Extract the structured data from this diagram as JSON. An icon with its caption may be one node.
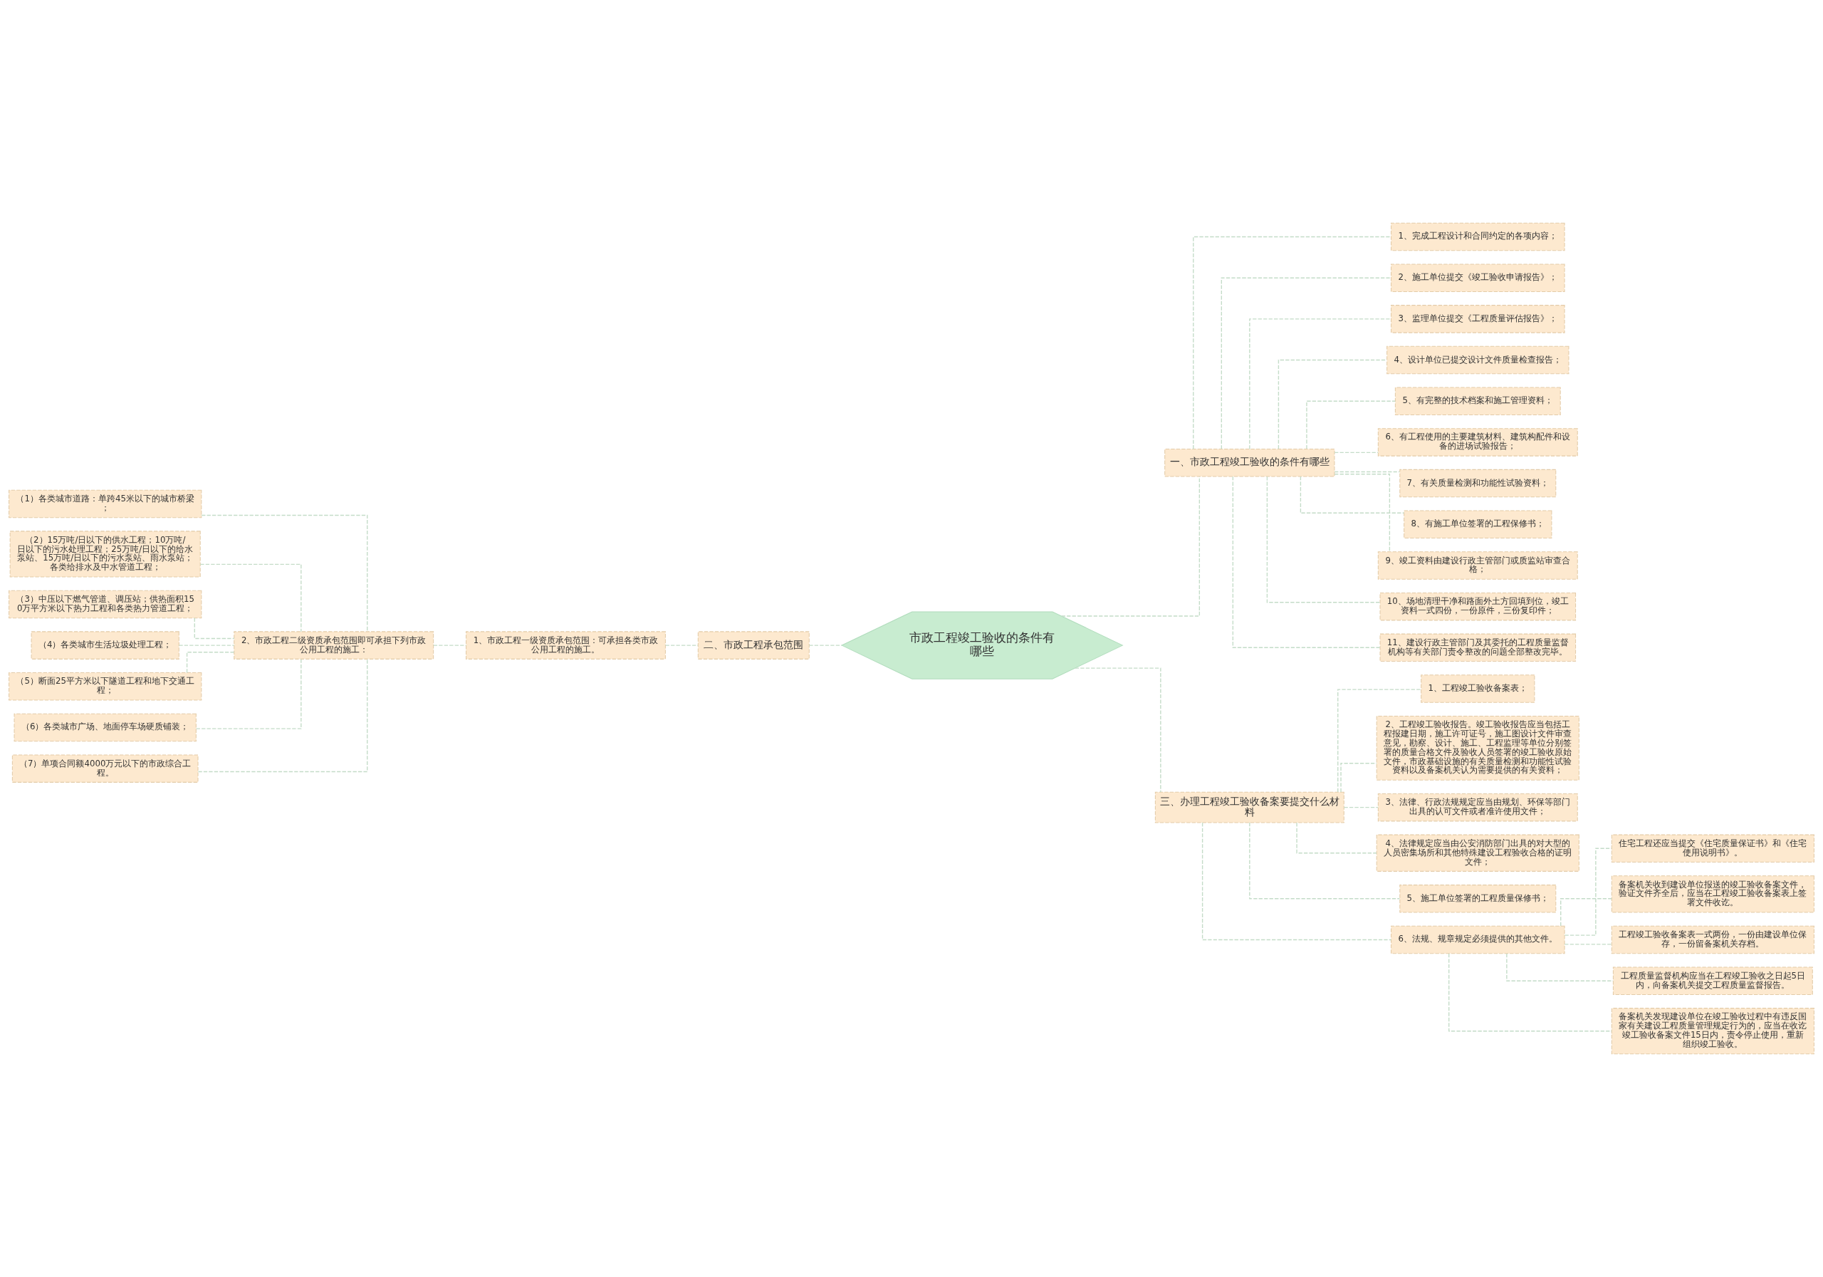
{
  "diagram": {
    "nodes": [
      {
        "text": [
          "市政工程竣工验收的条件有哪些"
        ]
      },
      {
        "text": [
          "一、市政工程竣工验收的条件有哪些"
        ]
      },
      {
        "text": [
          "1、完成工程设计和合同约定的各项内容；"
        ]
      },
      {
        "text": [
          "2、施工单位提交《竣工验收申请报告》；"
        ]
      },
      {
        "text": [
          "3、监理单位提交《工程质量评估报告》；"
        ]
      },
      {
        "text": [
          "4、设计单位已提交设计文件质量检查报告；"
        ]
      },
      {
        "text": [
          "5、有完整的技术档案和施工管理资料；"
        ]
      },
      {
        "text": [
          "6、有工程使用的主要建筑材料、建筑构配件和设备的进场试验报告；"
        ]
      },
      {
        "text": [
          "7、有关质量检测和功能性试验资料；"
        ]
      },
      {
        "text": [
          "8、有施工单位签署的工程保修书；"
        ]
      },
      {
        "text": [
          "9、竣工资料由建设行政主管部门或质监站审查合格；"
        ]
      },
      {
        "text": [
          "10、场地清理干净和路面外土方回填到位，竣工资料一式四份，一份原件，三份复印件；"
        ]
      },
      {
        "text": [
          "11、建设行政主管部门及其委托的工程质量监督机构等有关部门责令整改的问题全部整改完毕。"
        ]
      },
      {
        "text": [
          "二、市政工程承包范围"
        ]
      },
      {
        "text": [
          "1、市政工程一级资质承包范围：可承担各类市政公用工程的施工。"
        ]
      },
      {
        "text": [
          "2、市政工程二级资质承包范围即可承担下列市政公用工程的施工："
        ]
      },
      {
        "text": [
          "（1）各类城市道路：单跨45米以下的城市桥梁；"
        ]
      },
      {
        "text": [
          "（2）15万吨/日以下的供水工程；10万吨/日以下的污水处理工程；25万吨/日以下的给水泵站、15万吨/日以下的污水泵站、雨水泵站；各类给排水及中水管道工程；"
        ]
      },
      {
        "text": [
          "（3）中压以下燃气管道、调压站；供热面积150万平方米以下热力工程和各类热力管道工程；"
        ]
      },
      {
        "text": [
          "（4）各类城市生活垃圾处理工程；"
        ]
      },
      {
        "text": [
          "（5）断面25平方米以下隧道工程和地下交通工程；"
        ]
      },
      {
        "text": [
          "（6）各类城市广场、地面停车场硬质铺装；"
        ]
      },
      {
        "text": [
          "（7）单项合同额4000万元以下的市政综合工程。"
        ]
      },
      {
        "text": [
          "三、办理工程竣工验收备案要提交什么材料"
        ]
      },
      {
        "text": [
          "1、工程竣工验收备案表；"
        ]
      },
      {
        "text": [
          "2、工程竣工验收报告。竣工验收报告应当包括工程报建日期，施工许可证号，施工图设计文件审查意见，勘察、设计、施工、工程监理等单位分别签署的质量合格文件及验收人员签署的竣工验收原始文件，市政基础设施的有关质量检测和功能性试验资料以及备案机关认为需要提供的有关资料；"
        ]
      },
      {
        "text": [
          "3、法律、行政法规规定应当由规划、环保等部门出具的认可文件或者准许使用文件；"
        ]
      },
      {
        "text": [
          "4、法律规定应当由公安消防部门出具的对大型的人员密集场所和其他特殊建设工程验收合格的证明文件；"
        ]
      },
      {
        "text": [
          "5、施工单位签署的工程质量保修书；"
        ]
      },
      {
        "text": [
          "6、法规、规章规定必须提供的其他文件。"
        ]
      },
      {
        "text": [
          "住宅工程还应当提交《住宅质量保证书》和《住宅使用说明书》。"
        ]
      },
      {
        "text": [
          "备案机关收到建设单位报送的竣工验收备案文件，验证文件齐全后，应当在工程竣工验收备案表上签署文件收讫。"
        ]
      },
      {
        "text": [
          "工程竣工验收备案表一式两份，一份由建设单位保存，一份留备案机关存档。"
        ]
      },
      {
        "text": [
          "工程质量监督机构应当在工程竣工验收之日起5日内，向备案机关提交工程质量监督报告。"
        ]
      },
      {
        "text": [
          "备案机关发现建设单位在竣工验收过程中有违反国家有关建设工程质量管理规定行为的，应当在收讫竣工验收备案文件15日内，责令停止使用，重新组织竣工验收。"
        ]
      }
    ],
    "edges": [
      {
        "from": 0,
        "to": 1,
        "arrow": "none"
      },
      {
        "from": 1,
        "to": 2,
        "arrow": "none"
      },
      {
        "from": 1,
        "to": 3,
        "arrow": "none"
      },
      {
        "from": 1,
        "to": 4,
        "arrow": "none"
      },
      {
        "from": 1,
        "to": 5,
        "arrow": "none"
      },
      {
        "from": 1,
        "to": 6,
        "arrow": "none"
      },
      {
        "from": 1,
        "to": 7,
        "arrow": "none"
      },
      {
        "from": 1,
        "to": 8,
        "arrow": "none"
      },
      {
        "from": 1,
        "to": 9,
        "arrow": "none"
      },
      {
        "from": 1,
        "to": 10,
        "arrow": "none"
      },
      {
        "from": 1,
        "to": 11,
        "arrow": "none"
      },
      {
        "from": 1,
        "to": 12,
        "arrow": "none"
      },
      {
        "from": 0,
        "to": 13,
        "arrow": "none"
      },
      {
        "from": 13,
        "to": 14,
        "arrow": "none"
      },
      {
        "from": 14,
        "to": 15,
        "arrow": "none"
      },
      {
        "from": 15,
        "to": 16,
        "arrow": "none"
      },
      {
        "from": 15,
        "to": 17,
        "arrow": "none"
      },
      {
        "from": 15,
        "to": 18,
        "arrow": "none"
      },
      {
        "from": 15,
        "to": 19,
        "arrow": "none"
      },
      {
        "from": 15,
        "to": 20,
        "arrow": "none"
      },
      {
        "from": 15,
        "to": 21,
        "arrow": "none"
      },
      {
        "from": 15,
        "to": 22,
        "arrow": "none"
      },
      {
        "from": 0,
        "to": 23,
        "arrow": "none"
      },
      {
        "from": 23,
        "to": 24,
        "arrow": "none"
      },
      {
        "from": 23,
        "to": 25,
        "arrow": "none"
      },
      {
        "from": 23,
        "to": 26,
        "arrow": "none"
      },
      {
        "from": 23,
        "to": 27,
        "arrow": "none"
      },
      {
        "from": 23,
        "to": 28,
        "arrow": "none"
      },
      {
        "from": 23,
        "to": 29,
        "arrow": "none"
      },
      {
        "from": 29,
        "to": 30,
        "arrow": "none"
      },
      {
        "from": 29,
        "to": 31,
        "arrow": "none"
      },
      {
        "from": 29,
        "to": 32,
        "arrow": "none"
      },
      {
        "from": 29,
        "to": 33,
        "arrow": "none"
      },
      {
        "from": 29,
        "to": 34,
        "arrow": "none"
      }
    ]
  }
}
